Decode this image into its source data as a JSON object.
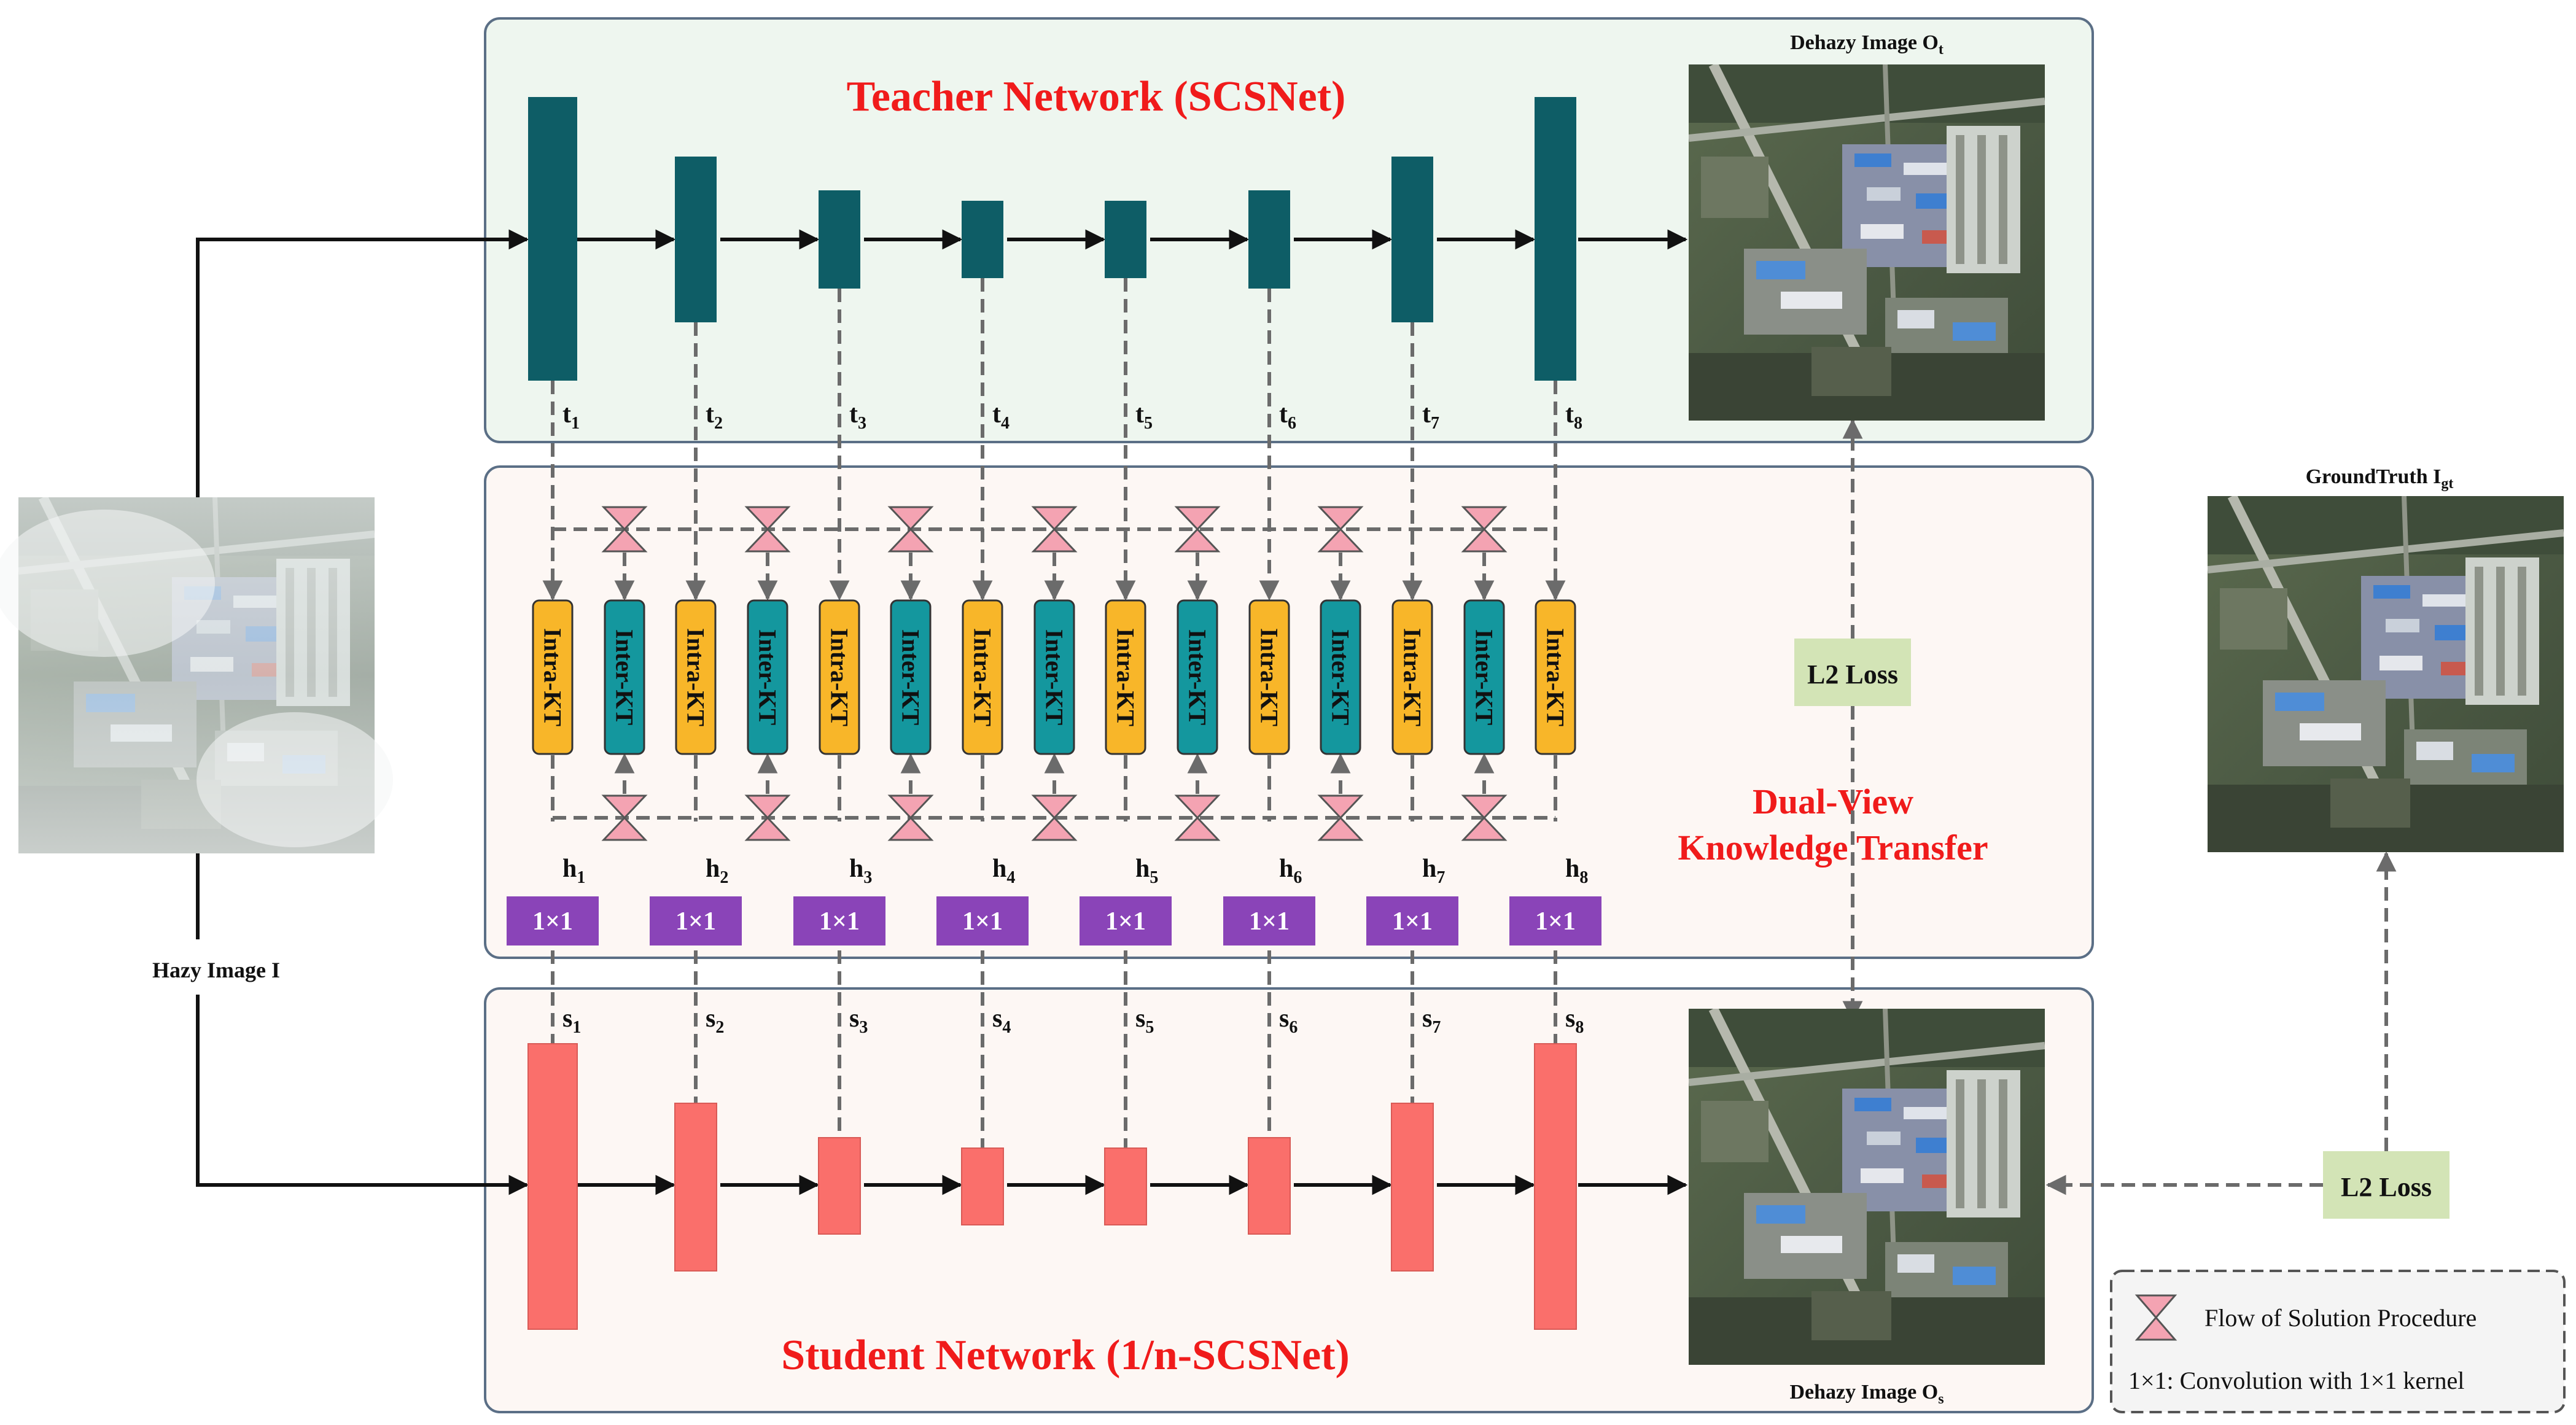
{
  "colors": {
    "teacher_panel_fill": "#eef6ef",
    "kt_panel_fill": "#fdf7f4",
    "student_panel_fill": "#fdf7f4",
    "panel_border": "#5b6f86",
    "teacher_block": "#0e5d66",
    "student_block": "#fa6f6b",
    "intra_kt": "#f8b629",
    "inter_kt": "#14979e",
    "conv_box": "#8a44b8",
    "l2_box": "#d3e4b6",
    "title_red": "#f01b1b",
    "hourglass": "#f4a3b2",
    "arrow": "#111111",
    "dashed": "#6b6b6b"
  },
  "teacher": {
    "title": "Teacher Network (SCSNet)",
    "features": [
      "t",
      "t",
      "t",
      "t",
      "t",
      "t",
      "t",
      "t"
    ],
    "feature_subscripts": [
      "1",
      "2",
      "3",
      "4",
      "5",
      "6",
      "7",
      "8"
    ],
    "output_label": "Dehazy Image O",
    "output_subscript": "t"
  },
  "student": {
    "title": "Student Network (1/n-SCSNet)",
    "features": [
      "s",
      "s",
      "s",
      "s",
      "s",
      "s",
      "s",
      "s"
    ],
    "feature_subscripts": [
      "1",
      "2",
      "3",
      "4",
      "5",
      "6",
      "7",
      "8"
    ],
    "output_label": "Dehazy Image O",
    "output_subscript": "s"
  },
  "kt": {
    "intra_label": "Intra-KT",
    "inter_label": "Inter-KT",
    "title_line1": "Dual-View",
    "title_line2": "Knowledge Transfer",
    "h_features": [
      "h",
      "h",
      "h",
      "h",
      "h",
      "h",
      "h",
      "h"
    ],
    "h_subscripts": [
      "1",
      "2",
      "3",
      "4",
      "5",
      "6",
      "7",
      "8"
    ],
    "conv_label": "1×1"
  },
  "input": {
    "label": "Hazy Image I"
  },
  "ground_truth": {
    "label": "GroundTruth I",
    "subscript": "gt"
  },
  "losses": {
    "l2_kt": "L2 Loss",
    "l2_gt": "L2 Loss"
  },
  "legend": {
    "flow_label": "Flow of Solution Procedure",
    "conv_note": "1×1: Convolution with 1×1 kernel"
  }
}
